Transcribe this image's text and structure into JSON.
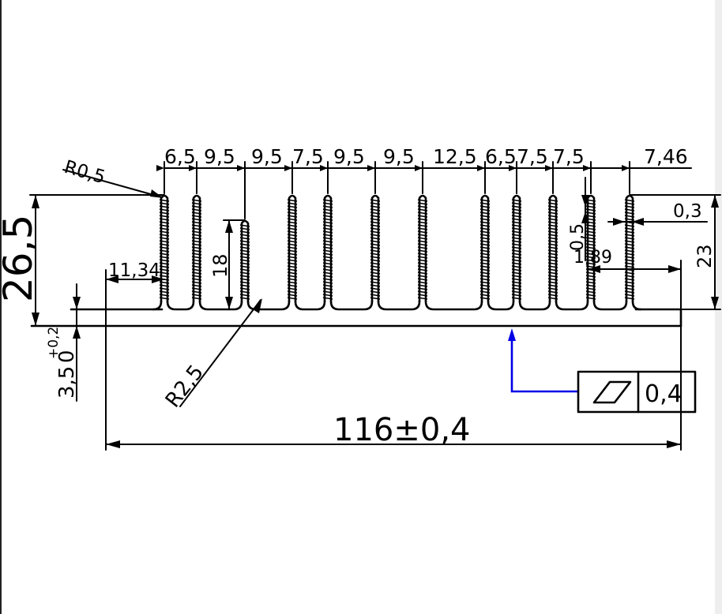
{
  "drawing": {
    "top_dims": [
      "6,5",
      "9,5",
      "9,5",
      "7,5",
      "9,5",
      "9,5",
      "12,5",
      "6,5",
      "7,5",
      "7,5",
      "7,46"
    ],
    "radius_small": "R0,5",
    "radius_large": "R2,5",
    "overall_height": "26,5",
    "fin_height": "23",
    "inner_height": "18",
    "base_thickness": "3,5",
    "base_tolerance_upper": "+0,2",
    "base_tolerance_lower": "0",
    "left_offset": "11,34",
    "fin_thickness": "0,3",
    "small_gap": "0,5",
    "small_dim": "1,89",
    "overall_width": "116±0,4",
    "flatness_value": "0,4"
  }
}
